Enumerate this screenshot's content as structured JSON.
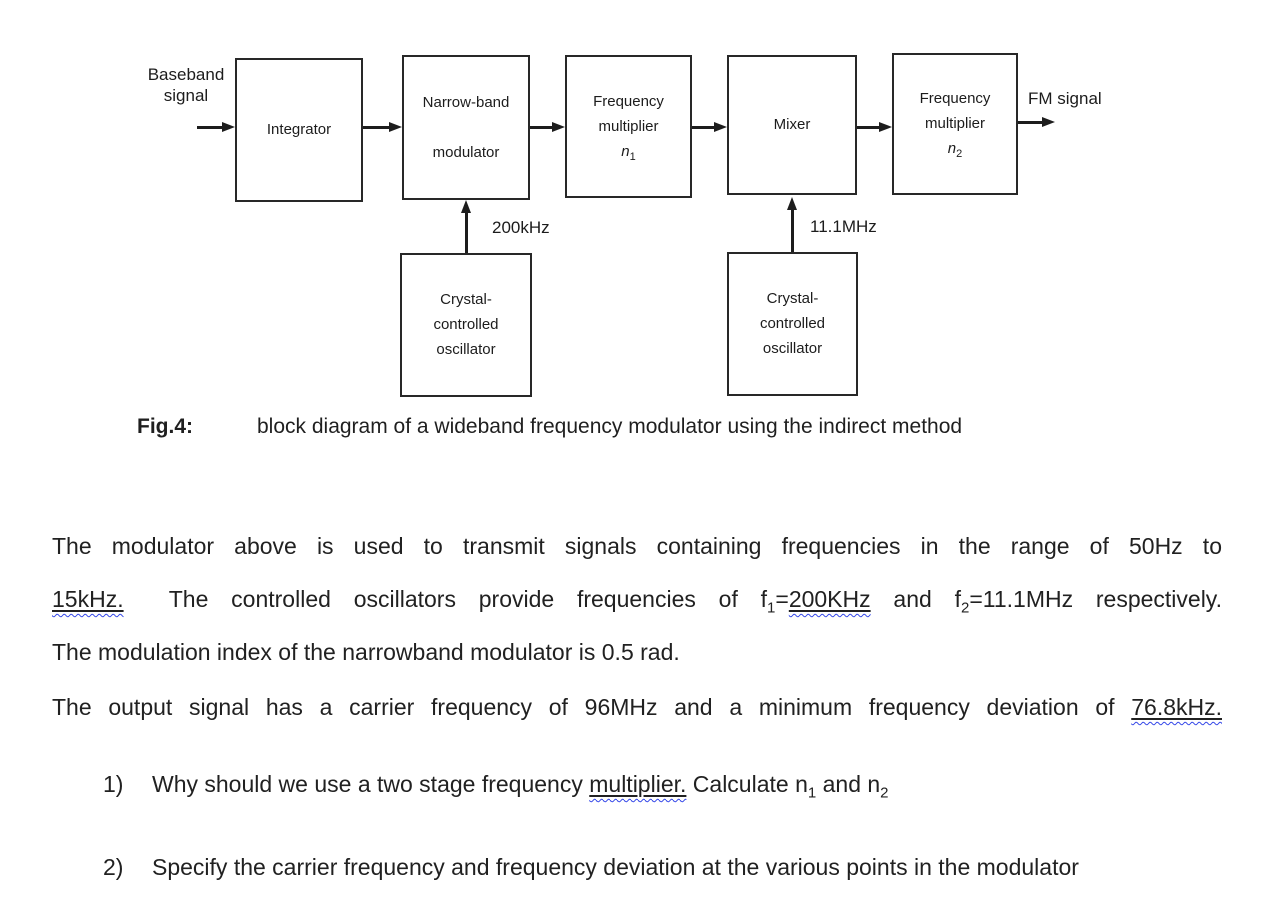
{
  "diagram": {
    "input": {
      "line1": "Baseband",
      "line2": "signal"
    },
    "output_label": "FM signal",
    "blocks": {
      "integrator": {
        "label": "Integrator"
      },
      "narrowband": {
        "line1": "Narrow-band",
        "line2": "modulator"
      },
      "multiplier1": {
        "line1": "Frequency",
        "line2": "multiplier",
        "var": "n",
        "sub": "1"
      },
      "mixer": {
        "label": "Mixer"
      },
      "multiplier2": {
        "line1": "Frequency",
        "line2": "multiplier",
        "var": "n",
        "sub": "2"
      },
      "oscillator1": {
        "line1": "Crystal-",
        "line2": "controlled",
        "line3": "oscillator",
        "freq_label": "200kHz"
      },
      "oscillator2": {
        "line1": "Crystal-",
        "line2": "controlled",
        "line3": "oscillator",
        "freq_label": "11.1MHz"
      }
    },
    "caption": {
      "label": "Fig.4:",
      "text": "block diagram of a wideband frequency modulator using the indirect method"
    }
  },
  "body": {
    "p1_line1": "The modulator above is used to transmit signals containing frequencies in the range of 50Hz to",
    "p1_line2_segments": [
      {
        "t": "15kHz.",
        "style": "misspell"
      },
      {
        "t": "  The controlled oscillators provide frequencies of f"
      },
      {
        "t": "1",
        "style": "sub"
      },
      {
        "t": "="
      },
      {
        "t": "200KHz",
        "style": "misspell"
      },
      {
        "t": " and f"
      },
      {
        "t": "2",
        "style": "sub"
      },
      {
        "t": "=11.1MHz respectively."
      }
    ],
    "p1_line3": "The modulation index of the narrowband modulator is 0.5 rad.",
    "p2_segments": [
      {
        "t": "The output signal has a carrier frequency of 96MHz and a minimum frequency deviation of "
      },
      {
        "t": "76.8kHz.",
        "style": "misspell"
      }
    ],
    "q1": {
      "num": "1)",
      "segments": [
        {
          "t": "Why should we use a two stage frequency "
        },
        {
          "t": "multiplier.",
          "style": "misspell"
        },
        {
          "t": " Calculate n"
        },
        {
          "t": "1",
          "style": "sub"
        },
        {
          "t": " and n"
        },
        {
          "t": "2",
          "style": "sub"
        }
      ]
    },
    "q2": {
      "num": "2)",
      "segments": [
        {
          "t": "Specify the carrier frequency and frequency deviation at the various points in the modulator"
        }
      ]
    }
  },
  "colors": {
    "text": "#212121",
    "diagram_ink": "#1d1d1d",
    "squiggle": "#3346e8"
  }
}
